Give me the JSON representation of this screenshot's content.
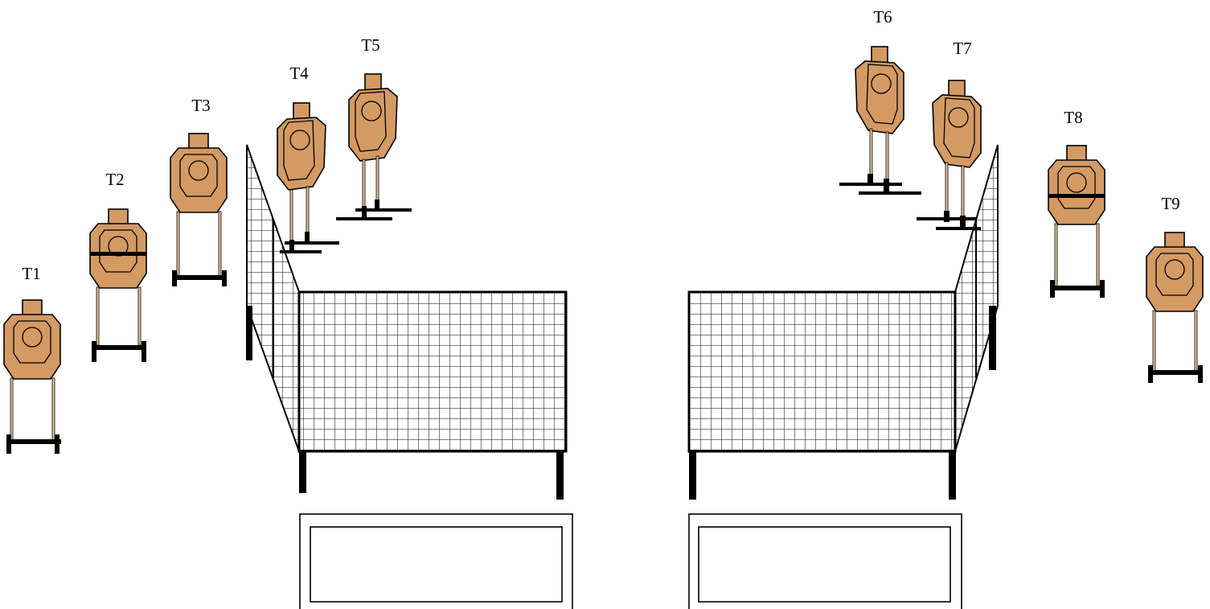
{
  "diagram": {
    "targets": [
      {
        "id": "t1",
        "label": "T1",
        "facing": "front",
        "has_tape": false
      },
      {
        "id": "t2",
        "label": "T2",
        "facing": "front",
        "has_tape": true
      },
      {
        "id": "t3",
        "label": "T3",
        "facing": "front",
        "has_tape": false
      },
      {
        "id": "t4",
        "label": "T4",
        "facing": "angled",
        "has_tape": false
      },
      {
        "id": "t5",
        "label": "T5",
        "facing": "angled",
        "has_tape": false
      },
      {
        "id": "t6",
        "label": "T6",
        "facing": "angled",
        "has_tape": false
      },
      {
        "id": "t7",
        "label": "T7",
        "facing": "angled",
        "has_tape": false
      },
      {
        "id": "t8",
        "label": "T8",
        "facing": "front",
        "has_tape": true
      },
      {
        "id": "t9",
        "label": "T9",
        "facing": "front",
        "has_tape": false
      }
    ],
    "barricades": [
      {
        "id": "barricade-left",
        "side": "left"
      },
      {
        "id": "barricade-right",
        "side": "right"
      }
    ],
    "shooting_boxes": [
      {
        "id": "shooting-box-left"
      },
      {
        "id": "shooting-box-right"
      }
    ],
    "colors": {
      "target_fill": "#D39A63",
      "stroke": "#000000",
      "stand_wood": "#E9C39A",
      "background": "#FFFFFF"
    }
  }
}
